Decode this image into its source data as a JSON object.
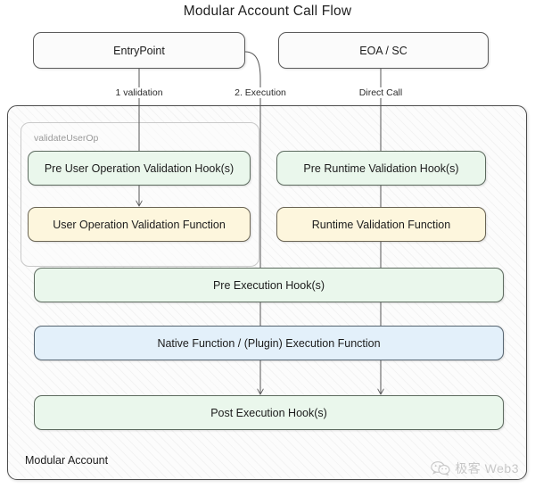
{
  "title": "Modular Account Call Flow",
  "top_nodes": [
    {
      "id": "entrypoint",
      "label": "EntryPoint"
    },
    {
      "id": "eoa-sc",
      "label": "EOA / SC"
    }
  ],
  "edge_labels": [
    {
      "id": "validation",
      "label": "1 validation"
    },
    {
      "id": "execution",
      "label": "2. Execution"
    },
    {
      "id": "direct-call",
      "label": "Direct Call"
    }
  ],
  "container": {
    "label": "Modular Account",
    "group_label": "validateUserOp"
  },
  "nodes": {
    "pre_user_op_validation_hooks": "Pre User Operation Validation Hook(s)",
    "user_op_validation_function": "User Operation Validation Function",
    "pre_runtime_validation_hooks": "Pre Runtime Validation Hook(s)",
    "runtime_validation_function": "Runtime Validation Function",
    "pre_execution_hooks": "Pre Execution Hook(s)",
    "native_execution_function": "Native Function  /  (Plugin) Execution Function",
    "post_execution_hooks": "Post Execution Hook(s)"
  },
  "watermark": {
    "text": "极客 Web3",
    "icon": "wechat-icon"
  },
  "colors": {
    "green": "#eaf7ec",
    "yellow": "#fdf6dd",
    "blue": "#e3f0fa",
    "plain": "#fbfbfb",
    "stroke": "#5a5a5a",
    "background": "#ffffff"
  }
}
